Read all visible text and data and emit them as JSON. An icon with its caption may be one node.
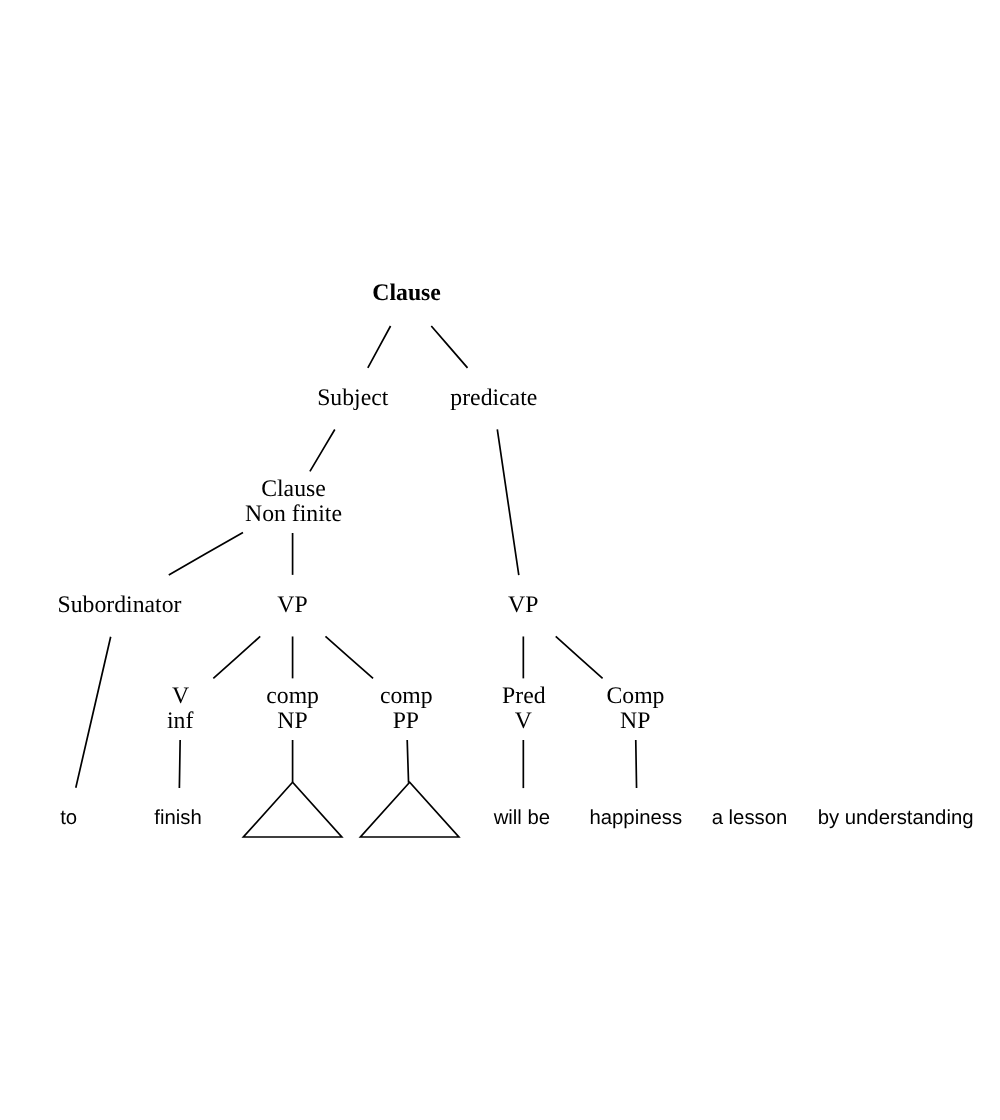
{
  "diagram": {
    "nodes": [
      {
        "text": [
          "Clause"
        ]
      },
      {
        "text": [
          "Subject"
        ]
      },
      {
        "text": [
          "predicate"
        ]
      },
      {
        "text": [
          "Clause",
          "Non finite"
        ]
      },
      {
        "text": [
          "VP"
        ]
      },
      {
        "text": [
          "Subordinator"
        ]
      },
      {
        "text": [
          "VP"
        ]
      },
      {
        "text": [
          "Pred",
          "V"
        ]
      },
      {
        "text": [
          "Comp",
          "NP"
        ]
      },
      {
        "text": [
          "V",
          "inf"
        ]
      },
      {
        "text": [
          "comp",
          "NP"
        ]
      },
      {
        "text": [
          "comp",
          "PP"
        ]
      },
      {
        "text": [],
        "shape": "triangle"
      },
      {
        "text": [],
        "shape": "triangle"
      },
      {
        "text": [
          "to"
        ]
      },
      {
        "text": [
          "finish"
        ]
      },
      {
        "text": [
          "a lesson"
        ]
      },
      {
        "text": [
          "by understanding"
        ]
      },
      {
        "text": [
          "will be"
        ]
      },
      {
        "text": [
          "happiness"
        ]
      }
    ],
    "edges": [
      {
        "from": 0,
        "to": 1,
        "arrow": "none"
      },
      {
        "from": 0,
        "to": 2,
        "arrow": "none"
      },
      {
        "from": 1,
        "to": 3,
        "arrow": "none"
      },
      {
        "from": 2,
        "to": 4,
        "arrow": "none"
      },
      {
        "from": 3,
        "to": 5,
        "arrow": "none"
      },
      {
        "from": 3,
        "to": 6,
        "arrow": "none"
      },
      {
        "from": 4,
        "to": 7,
        "arrow": "none"
      },
      {
        "from": 4,
        "to": 8,
        "arrow": "none"
      },
      {
        "from": 6,
        "to": 9,
        "arrow": "none"
      },
      {
        "from": 6,
        "to": 10,
        "arrow": "none"
      },
      {
        "from": 6,
        "to": 11,
        "arrow": "none"
      },
      {
        "from": 10,
        "to": 12,
        "arrow": "none"
      },
      {
        "from": 11,
        "to": 13,
        "arrow": "none"
      },
      {
        "from": 5,
        "to": 14,
        "arrow": "none"
      },
      {
        "from": 9,
        "to": 15,
        "arrow": "none"
      },
      {
        "from": 7,
        "to": 18,
        "arrow": "none"
      },
      {
        "from": 8,
        "to": 19,
        "arrow": "none"
      }
    ]
  }
}
